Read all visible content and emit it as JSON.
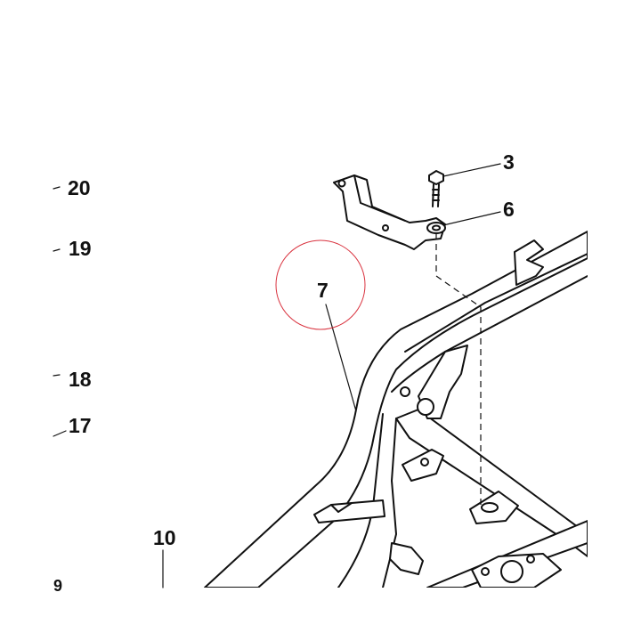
{
  "callouts": {
    "c20": "20",
    "c19": "19",
    "c18": "18",
    "c17": "17",
    "c10": "10",
    "c3": "3",
    "c6": "6",
    "c7": "7",
    "partial": "9"
  },
  "highlight": {
    "target": "7",
    "color": "#d9333f"
  }
}
